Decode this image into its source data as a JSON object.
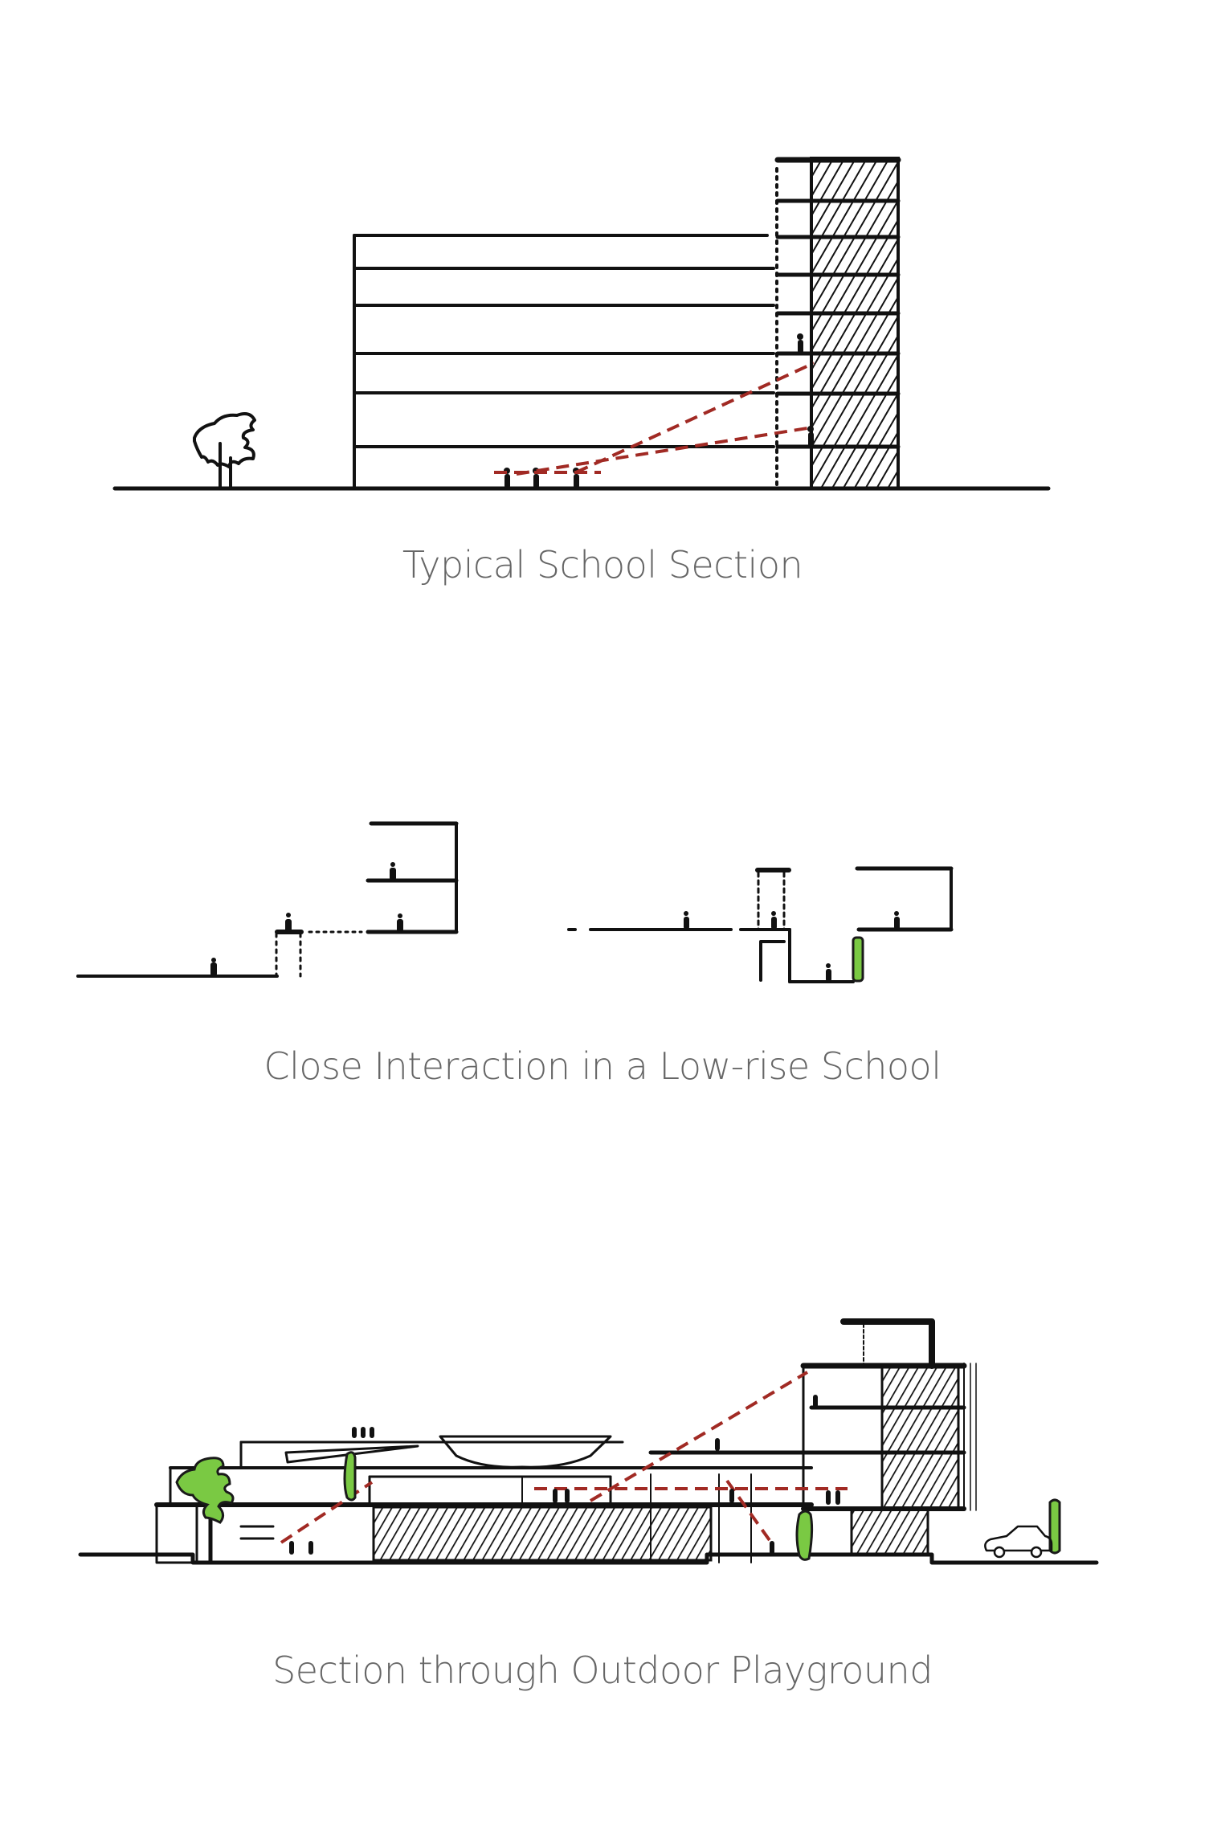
{
  "figures": [
    {
      "id": "typical-school-section",
      "caption": "Typical School Section",
      "drawing": {
        "type": "architectural-section",
        "ink_color": "#111111",
        "sightline_color": "#a12a24",
        "floors_main_block": 6,
        "floors_tower": 8,
        "elements": [
          "ground-line",
          "multi-storey-block",
          "hatched-tower",
          "corridor-with-dotted-edge",
          "tree",
          "people",
          "sightlines"
        ]
      }
    },
    {
      "id": "close-interaction-low-rise",
      "caption": "Close Interaction in a Low-rise School",
      "drawing": {
        "type": "architectural-section",
        "ink_color": "#111111",
        "accent_green": "#7ac943",
        "elements": [
          "stepped-terraces",
          "dotted-connection",
          "sunken-court",
          "planter",
          "people"
        ]
      }
    },
    {
      "id": "outdoor-playground-section",
      "caption": "Section through Outdoor Playground",
      "drawing": {
        "type": "architectural-section",
        "ink_color": "#111111",
        "sightline_color": "#a12a24",
        "accent_green": "#7ac943",
        "elements": [
          "ground-line",
          "low-block",
          "roof-amphitheatre",
          "hatched-podium",
          "tower",
          "trees",
          "car",
          "people",
          "sightlines"
        ]
      }
    }
  ]
}
